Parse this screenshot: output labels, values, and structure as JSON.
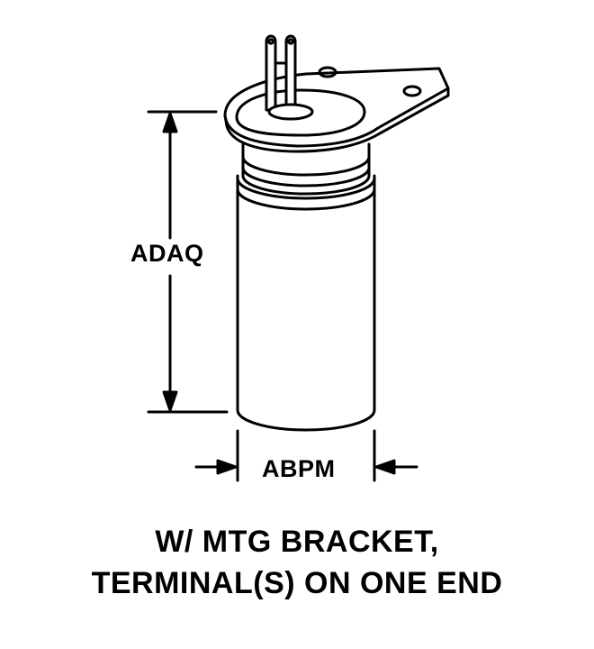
{
  "labels": {
    "height_dimension": "ADAQ",
    "diameter_dimension": "ABPM"
  },
  "caption": {
    "line1": "W/ MTG BRACKET,",
    "line2": "TERMINAL(S) ON ONE END"
  }
}
